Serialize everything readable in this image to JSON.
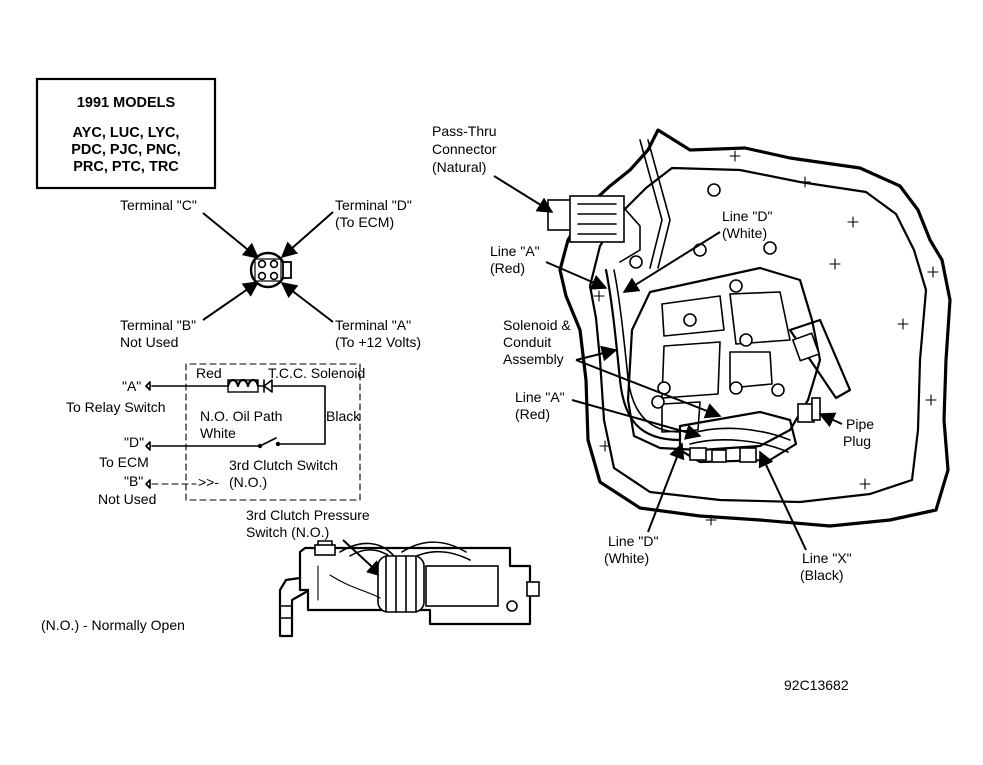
{
  "models_box": {
    "title": "1991 MODELS",
    "lines": [
      "AYC, LUC, LYC,",
      "PDC, PJC, PNC,",
      "PRC, PTC, TRC"
    ]
  },
  "connector_terminals": {
    "terminal_c": "Terminal \"C\"",
    "terminal_d": [
      "Terminal \"D\"",
      "(To ECM)"
    ],
    "terminal_b": [
      "Terminal \"B\"",
      "Not Used"
    ],
    "terminal_a": [
      "Terminal \"A\"",
      "(To  +12 Volts)"
    ]
  },
  "schematic": {
    "a_label": "\"A\"",
    "a_desc": "To Relay Switch",
    "d_label": "\"D\"",
    "d_desc": "To ECM",
    "b_label": "\"B\"",
    "b_desc": "Not Used",
    "red": "Red",
    "tcc_solenoid": "T.C.C. Solenoid",
    "no_oil_path": "N.O. Oil Path",
    "white": "White",
    "black": "Black",
    "clutch_switch": "3rd Clutch Switch",
    "no": "(N.O.)",
    "plug_glyph": ">>-"
  },
  "pressure_switch": [
    "3rd Clutch Pressure",
    "Switch (N.O.)"
  ],
  "legend": "(N.O.)  -  Normally Open",
  "transmission": {
    "pass_thru": [
      "Pass-Thru",
      "Connector",
      "(Natural)"
    ],
    "line_d_top": [
      "Line \"D\"",
      "(White)"
    ],
    "line_a_top": [
      "Line \"A\"",
      "(Red)"
    ],
    "solenoid_conduit": [
      "Solenoid &",
      "Conduit",
      "Assembly"
    ],
    "line_a_mid": [
      "Line \"A\"",
      "(Red)"
    ],
    "pipe_plug": [
      "Pipe",
      "Plug"
    ],
    "line_d_bottom": [
      "Line \"D\"",
      "(White)"
    ],
    "line_x": [
      "Line \"X\"",
      "(Black)"
    ]
  },
  "figure_id": "92C13682"
}
